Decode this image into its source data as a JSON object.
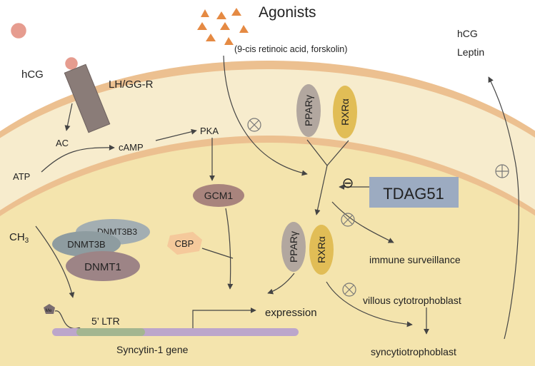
{
  "labels": {
    "agonists": "Agonists",
    "agonists_sub": "(9-cis retinoic acid, forskolin)",
    "hcg_top_right": "hCG",
    "leptin": "Leptin",
    "hcg_left": "hCG",
    "receptor": "LH/GG-R",
    "ac": "AC",
    "camp": "cAMP",
    "pka": "PKA",
    "atp": "ATP",
    "gcm1": "GCM1",
    "cbp": "CBP",
    "pparg": "PPARγ",
    "rxra": "RXRα",
    "tdag51": "TDAG51",
    "immune": "immune surveillance",
    "villous": "villous cytotrophoblast",
    "syncytio": "syncytiotrophoblast",
    "expression": "expression",
    "ch3": "CH",
    "ch3_sub": "3",
    "dnmt3b3": "DNMT3B3",
    "dnmt3b": "DNMT3B",
    "dnmt1": "DNMT1",
    "me": "Me",
    "ltr": "5’ LTR",
    "gene": "Syncytin-1 gene",
    "minus": "⊖"
  },
  "colors": {
    "cytoplasm": "#f7eccd",
    "nucleus": "#f4e4ad",
    "membrane": "#ecc090",
    "receptor": "#8a7c78",
    "pparg": "#b2a79f",
    "rxra": "#e1bd56",
    "tdag51": "#9cabc1",
    "gcm1": "#a8847d",
    "cbp": "#f5c99b",
    "dnmt3b3": "#a3aeb2",
    "dnmt3b": "#8e9ca0",
    "dnmt1": "#9d8486",
    "gene": "#bca6cb",
    "ltr": "#a3b690",
    "agonist": "#e58a43",
    "hcg": "#e69c8f"
  }
}
